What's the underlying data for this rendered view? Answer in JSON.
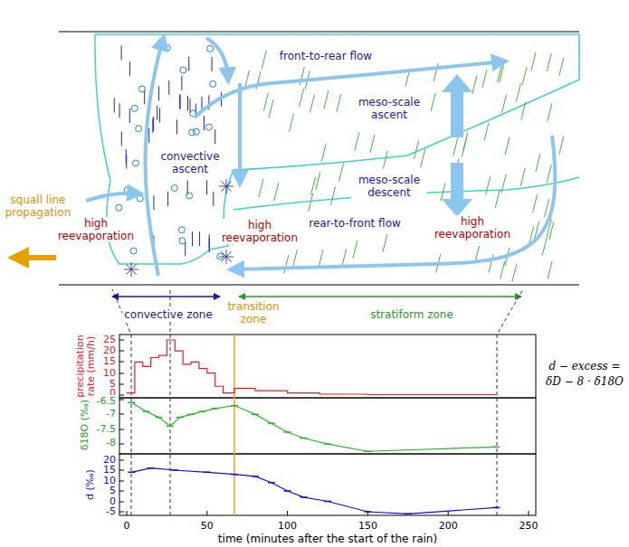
{
  "diagram": {
    "labels": [
      "squall line propagation",
      "front-to-rear flow",
      "meso-scale ascent",
      "convective ascent",
      "meso-scale descent",
      "high reevaporation",
      "high reevaporation",
      "rear-to-front flow",
      "high reevaporation",
      "convective zone",
      "transition zone",
      "stratiform zone",
      "precipitation rate (mm/h)",
      "25",
      "20",
      "15",
      "10",
      "5",
      "0",
      "δ18O (‰)",
      "-6.5",
      "-7",
      "-7.5",
      "-8",
      "d (‰)",
      "20",
      "15",
      "10",
      "5",
      "0",
      "-5",
      "0",
      "50",
      "100",
      "150",
      "200",
      "250",
      "time (minutes after the start of the rain)",
      "d − excess = δD − 8 · δ18O"
    ]
  }
}
